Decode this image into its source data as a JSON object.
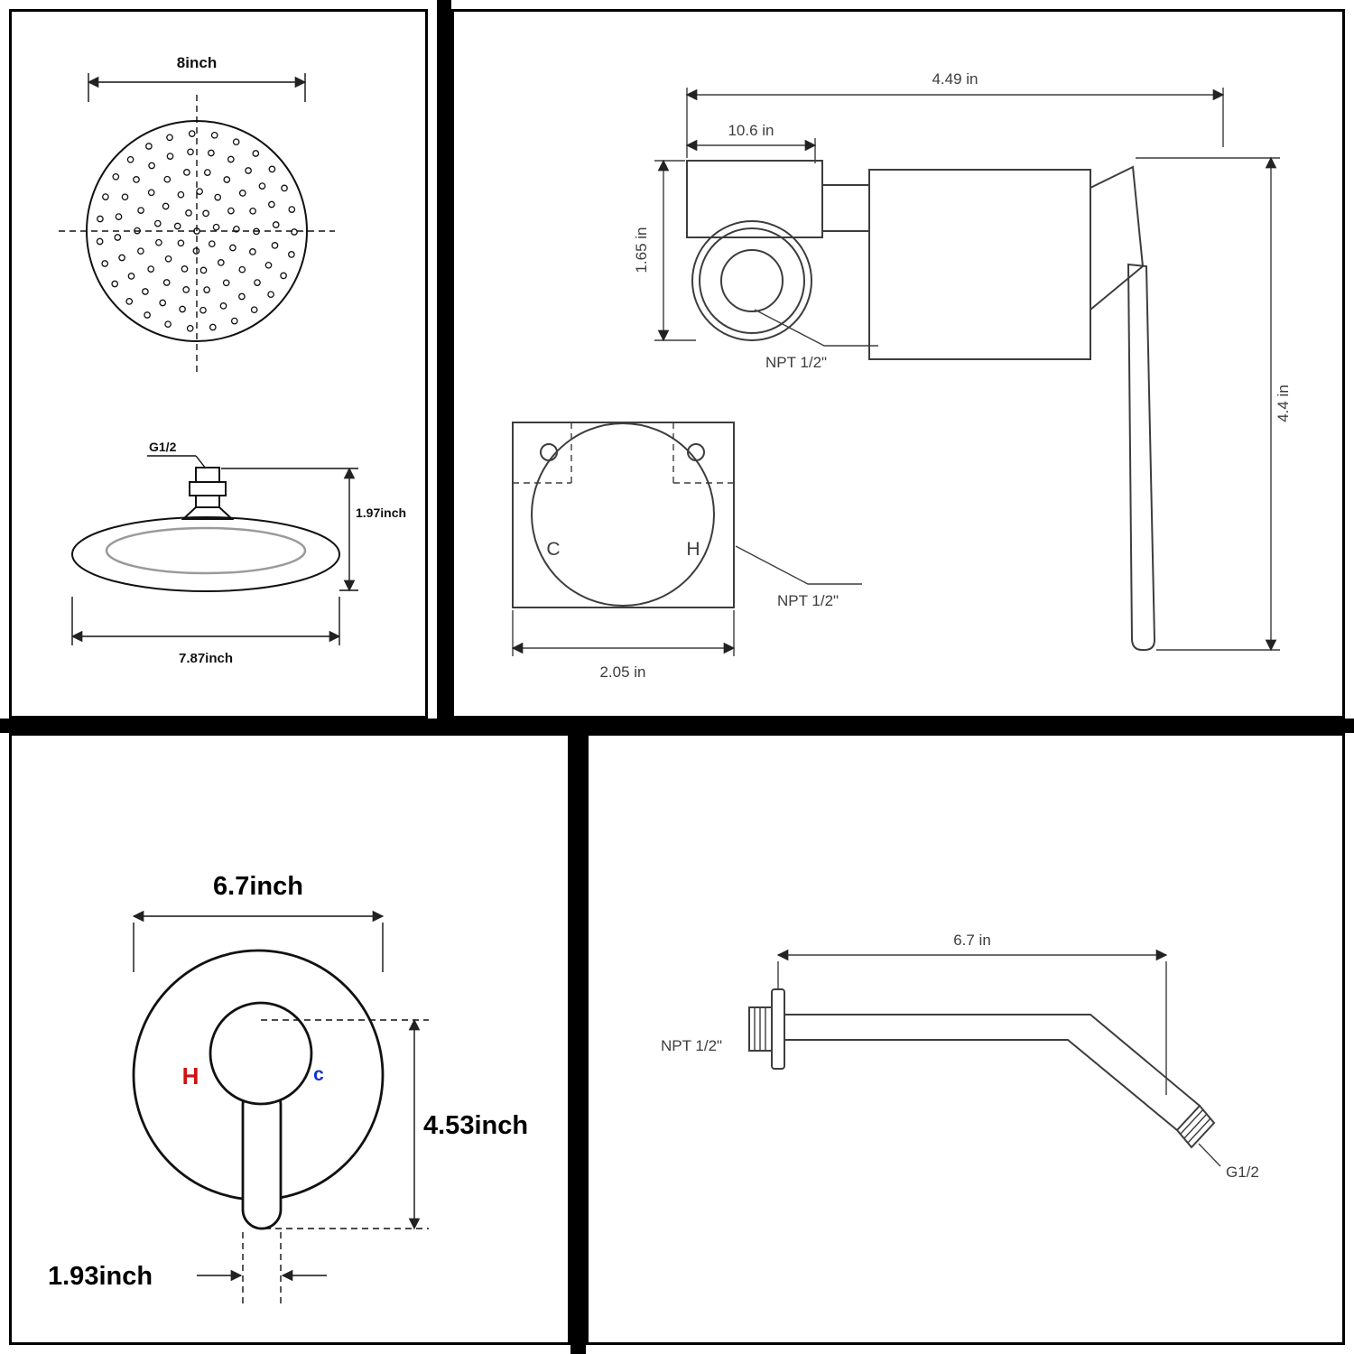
{
  "page": {
    "background": "#ffffff",
    "line_color": "#111111",
    "gray_line_color": "#3d3d3d"
  },
  "panels": {
    "showerhead": {
      "top_dim": "8inch",
      "thread_label": "G1/2",
      "height_dim": "1.97inch",
      "width_dim": "7.87inch"
    },
    "valve": {
      "overall_width_dim": "4.49 in",
      "inlet_width_dim": "10.6 in",
      "inlet_height_dim": "1.65 in",
      "body_height_dim": "4.4 in",
      "inlet_thread_label": "NPT 1/2\"",
      "cold_label": "C",
      "hot_label": "H",
      "bottom_thread_label": "NPT 1/2\"",
      "bottom_width_dim": "2.05 in"
    },
    "trim": {
      "plate_width_dim": "6.7inch",
      "plate_height_dim": "4.53inch",
      "handle_width_dim": "1.93inch",
      "hot_label": "H",
      "cold_label": "c",
      "hot_color": "#d01212",
      "cold_color": "#1133cc"
    },
    "arm": {
      "length_dim": "6.7 in",
      "wall_thread_label": "NPT 1/2\"",
      "head_thread_label": "G1/2"
    }
  }
}
